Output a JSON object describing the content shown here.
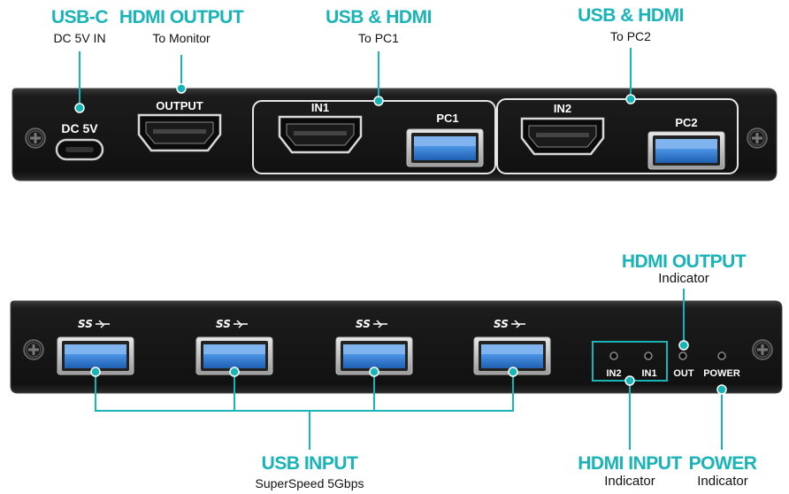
{
  "colors": {
    "accent": "#19b4b8",
    "panel": "#151515",
    "usb_blue": "#2f78d0"
  },
  "top_panel": {
    "callouts": [
      {
        "title": "USB-C",
        "subtitle": "DC 5V IN"
      },
      {
        "title": "HDMI OUTPUT",
        "subtitle": "To Monitor"
      },
      {
        "title": "USB & HDMI",
        "subtitle": "To PC1"
      },
      {
        "title": "USB & HDMI",
        "subtitle": "To PC2"
      }
    ],
    "port_labels": {
      "dc": "DC 5V",
      "output": "OUTPUT",
      "in1": "IN1",
      "pc1": "PC1",
      "in2": "IN2",
      "pc2": "PC2"
    }
  },
  "bottom_panel": {
    "ss_logo": "SS",
    "led_labels": {
      "in2": "IN2",
      "in1": "IN1",
      "out": "OUT",
      "power": "POWER"
    },
    "callouts": {
      "hdmi_output": {
        "title": "HDMI OUTPUT",
        "subtitle": "Indicator"
      },
      "usb_input": {
        "title": "USB INPUT",
        "subtitle": "SuperSpeed 5Gbps"
      },
      "hdmi_input": {
        "title": "HDMI INPUT",
        "subtitle": "Indicator"
      },
      "power": {
        "title": "POWER",
        "subtitle": "Indicator"
      }
    }
  }
}
